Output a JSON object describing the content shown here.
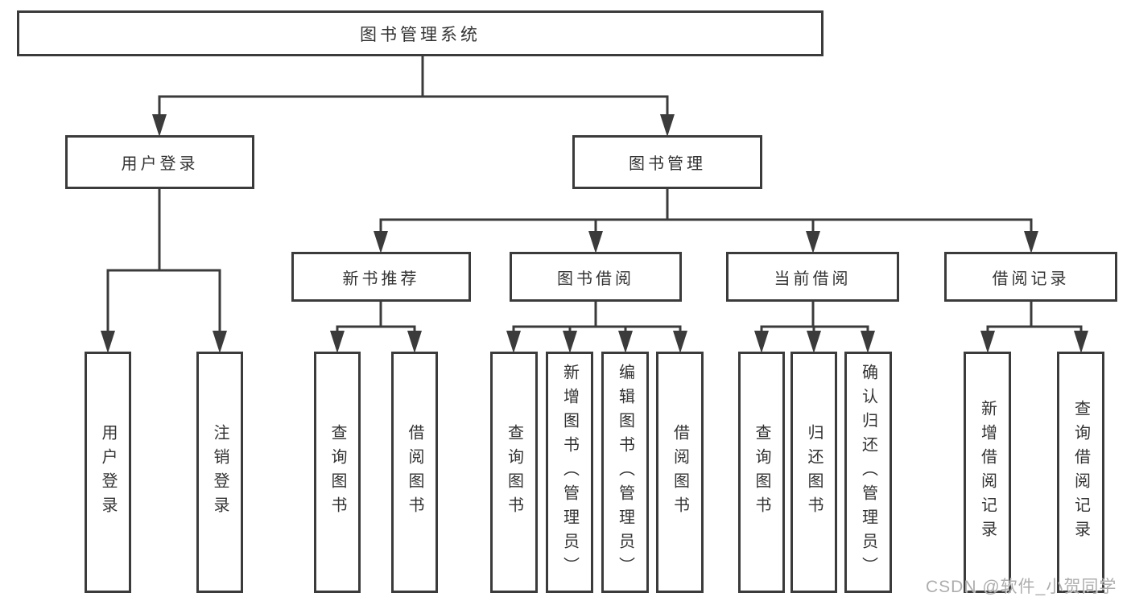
{
  "tree": {
    "root": "图书管理系统",
    "branches": [
      {
        "label": "用户登录",
        "leaves": [
          "用户登录",
          "注销登录"
        ]
      },
      {
        "label": "图书管理",
        "groups": [
          {
            "label": "新书推荐",
            "leaves": [
              "查询图书",
              "借阅图书"
            ]
          },
          {
            "label": "图书借阅",
            "leaves": [
              "查询图书",
              "新增图书（管理员）",
              "编辑图书（管理员）",
              "借阅图书"
            ]
          },
          {
            "label": "当前借阅",
            "leaves": [
              "查询图书",
              "归还图书",
              "确认归还（管理员）"
            ]
          },
          {
            "label": "借阅记录",
            "leaves": [
              "新增借阅记录",
              "查询借阅记录"
            ]
          }
        ]
      }
    ]
  },
  "watermark": "CSDN @软件_小贺同学",
  "colors": {
    "line": "#3b3b3b",
    "text": "#333333",
    "box_fill": "#ffffff",
    "watermark": "#adadad",
    "background": "#ffffff"
  }
}
